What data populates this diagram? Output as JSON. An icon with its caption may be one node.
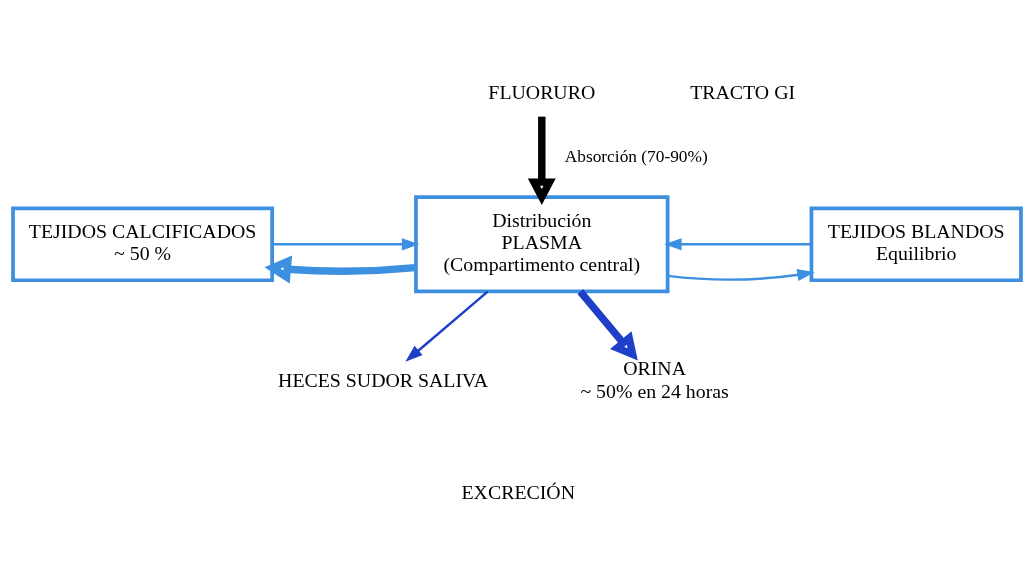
{
  "diagram": {
    "nodes": [
      {
        "text": [
          "FLUORURO"
        ]
      },
      {
        "text": [
          "Distribución",
          "PLASMA",
          "(Compartimento central)"
        ]
      },
      {
        "text": [
          "TEJIDOS CALCIFICADOS",
          "~ 50 %"
        ]
      },
      {
        "text": [
          "TEJIDOS BLANDOS",
          "Equilibrio"
        ]
      },
      {
        "text": [
          "HECES SUDOR SALIVA"
        ]
      },
      {
        "text": [
          "ORINA",
          "~ 50% en 24 horas"
        ]
      }
    ],
    "edges": [
      {
        "from": 0,
        "to": 1,
        "arrow": "to",
        "label": "Absorción (70-90%)",
        "style": "thick",
        "color": "#000000"
      },
      {
        "from": 1,
        "to": 2,
        "arrow": "to",
        "style": "thick"
      },
      {
        "from": 2,
        "to": 1,
        "arrow": "to"
      },
      {
        "from": 1,
        "to": 3,
        "arrow": "to"
      },
      {
        "from": 3,
        "to": 1,
        "arrow": "to"
      },
      {
        "from": 1,
        "to": 4,
        "arrow": "to",
        "color": "#1f3fc8"
      },
      {
        "from": 1,
        "to": 5,
        "arrow": "to",
        "style": "thick",
        "color": "#1f3fc8"
      }
    ],
    "labels": [
      "TRACTO GI",
      "EXCRECIÓN"
    ]
  }
}
